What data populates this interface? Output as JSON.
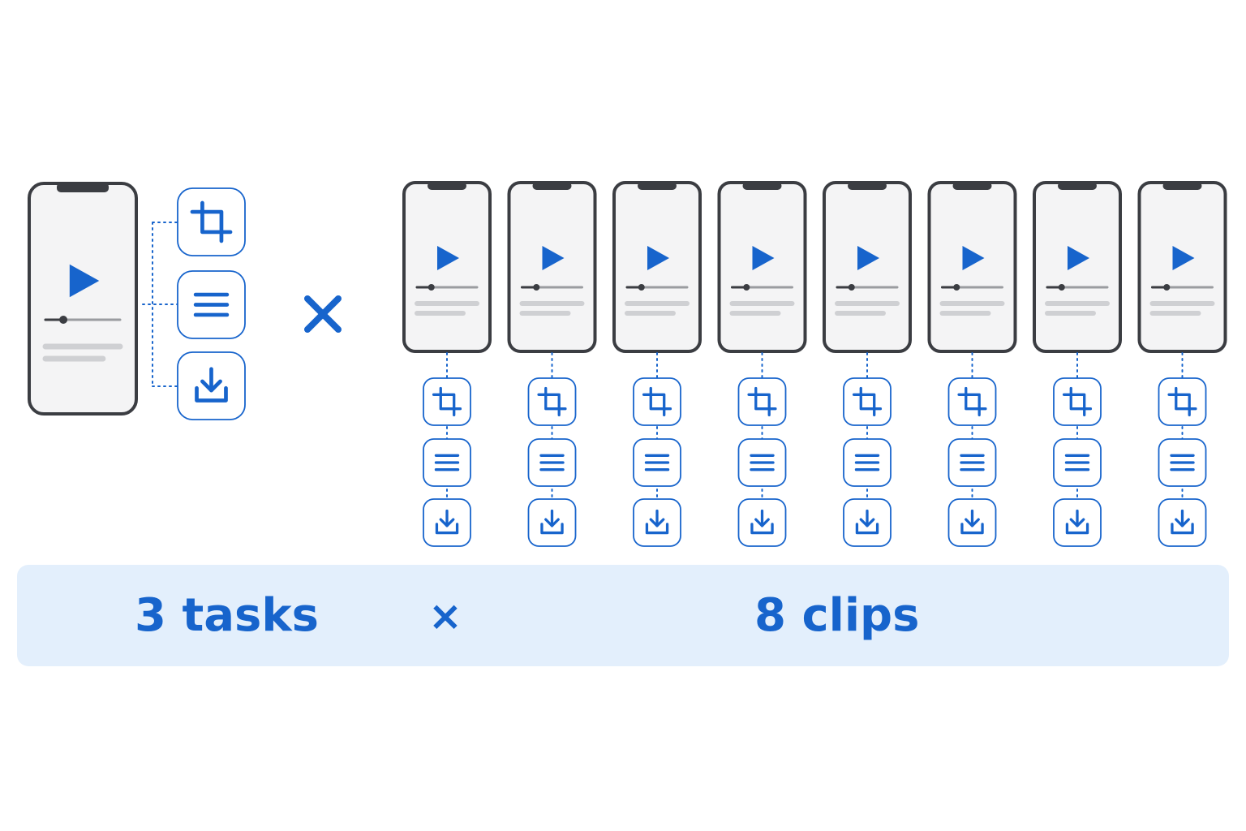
{
  "colors": {
    "accent": "#1764cc",
    "phone_frame": "#3b3d42",
    "phone_screen": "#f4f4f5",
    "icon_fill": "#ffffff",
    "summary_bg": "#e3effc",
    "placeholder_line": "#cfd0d3",
    "slider_track": "#9a9ca0",
    "slider_knob": "#3b3d42"
  },
  "icons": {
    "play": "play-icon",
    "crop": "crop-icon",
    "menu": "menu-lines-icon",
    "download": "download-icon",
    "multiply": "multiply-icon"
  },
  "clip_count": 8,
  "tasks": [
    "crop",
    "menu",
    "download"
  ],
  "summary": {
    "tasks_label": "3 tasks",
    "times_symbol": "×",
    "clips_label": "8 clips"
  }
}
